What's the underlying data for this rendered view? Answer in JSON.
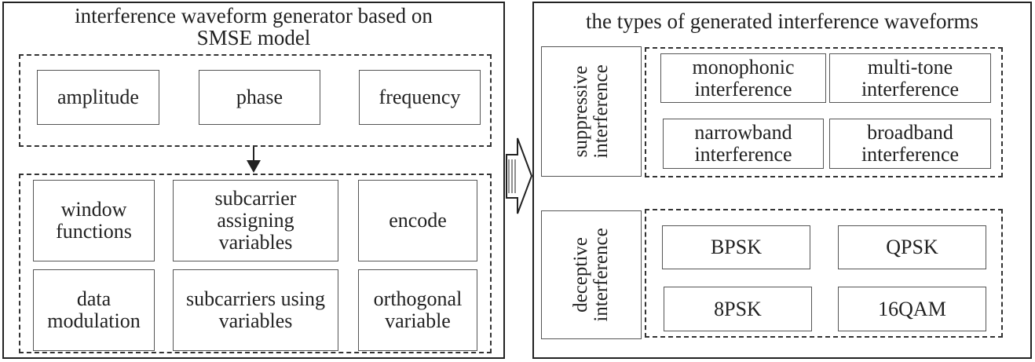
{
  "left_panel": {
    "title_line1": "interference waveform generator based on",
    "title_line2": "SMSE model",
    "top_group": [
      "amplitude",
      "phase",
      "frequency"
    ],
    "bottom_group": [
      [
        "window",
        "functions"
      ],
      [
        "subcarrier",
        "assigning",
        "variables"
      ],
      [
        "encode"
      ],
      [
        "data",
        "modulation"
      ],
      [
        "subcarriers using",
        "variables"
      ],
      [
        "orthogonal",
        "variable"
      ]
    ]
  },
  "right_panel": {
    "title": "the types of generated interference waveforms",
    "suppressive": {
      "label_line1": "suppressive",
      "label_line2": "interference",
      "items": [
        [
          "monophonic",
          "interference"
        ],
        [
          "multi-tone",
          "interference"
        ],
        [
          "narrowband",
          "interference"
        ],
        [
          "broadband",
          "interference"
        ]
      ]
    },
    "deceptive": {
      "label_line1": "deceptive",
      "label_line2": "interference",
      "items": [
        "BPSK",
        "QPSK",
        "8PSK",
        "16QAM"
      ]
    }
  }
}
